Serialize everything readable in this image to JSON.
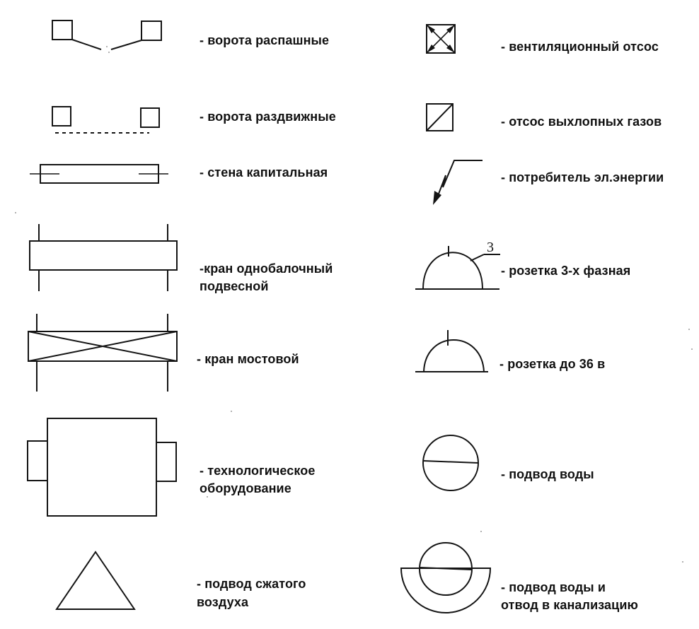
{
  "legend": {
    "left": {
      "swing_gate": "- ворота  распашные",
      "sliding_gate": "- ворота  раздвижные",
      "capital_wall": "- стена  капитальная",
      "single_girder_crane": [
        "-кран  однобалочный",
        "подвесной"
      ],
      "bridge_crane": "- кран мостовой",
      "process_equipment": [
        "- технологическое",
        "оборудование"
      ],
      "compressed_air_supply": [
        "- подвод сжатого",
        "воздуха"
      ]
    },
    "right": {
      "ventilation_exhaust": "- вентиляционный отсос",
      "exhaust_gas_extraction": "- отсос выхлопных газов",
      "power_consumer": "- потребитель эл.энергии",
      "socket_three_phase": "- розетка  3-х фазная",
      "socket_three_phase_mark": "3",
      "socket_36v": "- розетка  до 36 в",
      "water_supply": "- подвод воды",
      "water_supply_and_drain": [
        "- подвод воды и",
        "отвод в канализацию"
      ]
    }
  },
  "colors": {
    "ink": "#141414",
    "paper": "#ffffff"
  }
}
